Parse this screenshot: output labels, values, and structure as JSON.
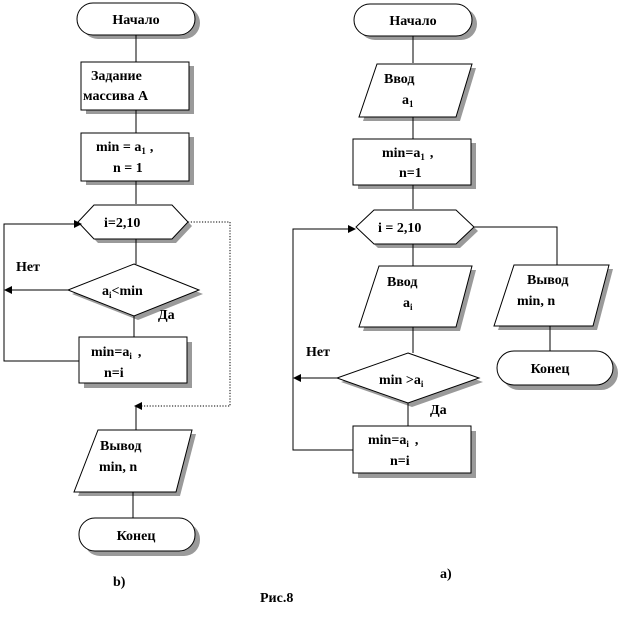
{
  "figure": {
    "caption": "Рис.8",
    "label_left": "b)",
    "label_right": "а)"
  },
  "left": {
    "start": "Начало",
    "task_line1": "Задание",
    "task_line2": "массива А",
    "init_min": "min =  a",
    "init_min_sub": "1",
    "init_min_tail": ",",
    "init_n": "n = 1",
    "loop": "i=2,10",
    "cond_a": "a",
    "cond_sub": "i",
    "cond_tail": "<min",
    "no_label": "Нет",
    "yes_label": "Да",
    "assign_min": "min=a",
    "assign_min_sub": "i",
    "assign_min_tail": ",",
    "assign_n": "n=i",
    "output_line1": "Вывод",
    "output_line2": "min, n",
    "end": "Конец"
  },
  "right": {
    "start": "Начало",
    "input_line1": "Ввод",
    "input_a": "a",
    "input_a_sub": "1",
    "init_min": "min=a",
    "init_min_sub": "1",
    "init_min_tail": ",",
    "init_n": "n=1",
    "loop": "i = 2,10",
    "input2_line1": "Ввод",
    "input2_a": "a",
    "input2_a_sub": "i",
    "output_line1": "Вывод",
    "output_line2": "min, n",
    "end": "Конец",
    "no_label": "Нет",
    "cond": "min >a",
    "cond_sub": "i",
    "yes_label": "Да",
    "assign_min": "min=a",
    "assign_min_sub": "i",
    "assign_min_tail": ",",
    "assign_n": "n=i"
  }
}
